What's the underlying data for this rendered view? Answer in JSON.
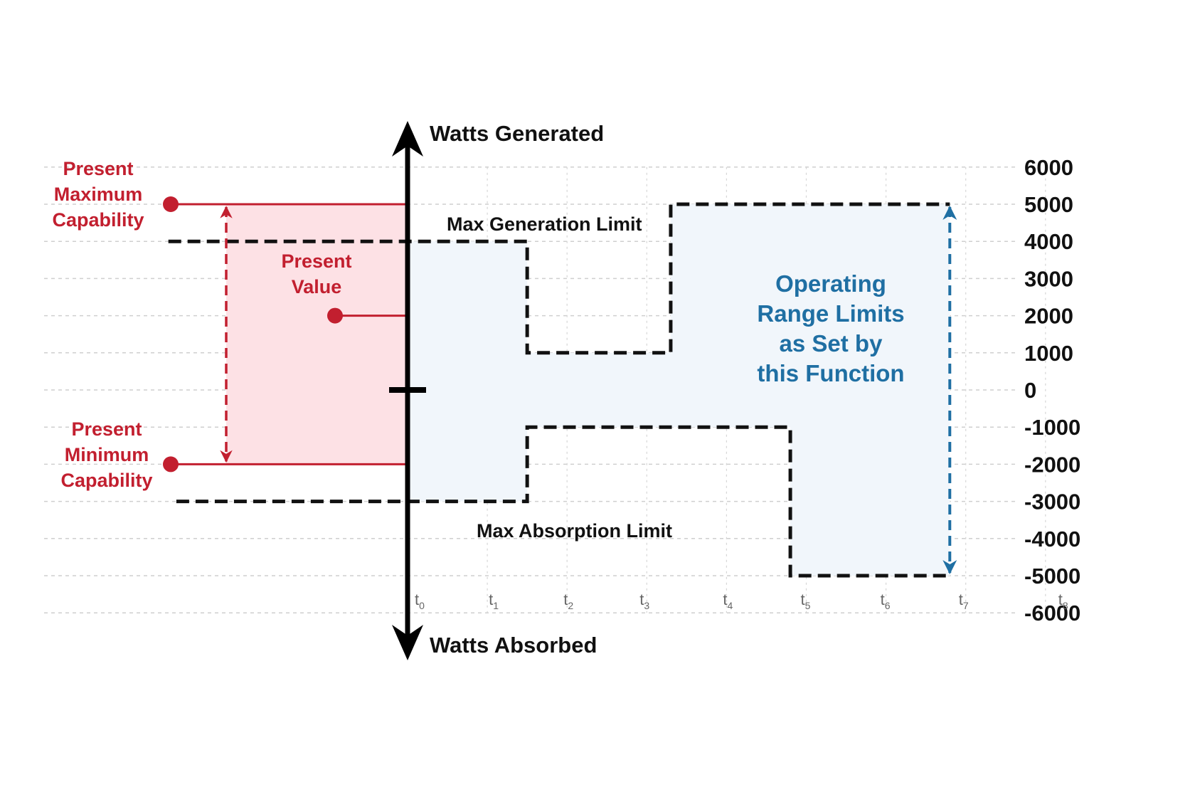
{
  "chart_data": {
    "type": "line",
    "title": "",
    "ylabel_top": "Watts Generated",
    "ylabel_bottom": "Watts Absorbed",
    "ylim": [
      -6000,
      6000
    ],
    "yticks": [
      6000,
      5000,
      4000,
      3000,
      2000,
      1000,
      0,
      -1000,
      -2000,
      -3000,
      -4000,
      -5000,
      -6000
    ],
    "ytick_labels": [
      "6000",
      "5000",
      "4000",
      "3000",
      "2000",
      "1000",
      "0",
      "-1000",
      "-2000",
      "-3000",
      "-4000",
      "-5000",
      "-6000"
    ],
    "xlim": [
      0,
      8
    ],
    "xticks": [
      0,
      1,
      2,
      3,
      4,
      5,
      6,
      7,
      8
    ],
    "xtick_labels": [
      {
        "base": "t",
        "sub": "0"
      },
      {
        "base": "t",
        "sub": "1"
      },
      {
        "base": "t",
        "sub": "2"
      },
      {
        "base": "t",
        "sub": "3"
      },
      {
        "base": "t",
        "sub": "4"
      },
      {
        "base": "t",
        "sub": "5"
      },
      {
        "base": "t",
        "sub": "6"
      },
      {
        "base": "t",
        "sub": "7"
      },
      {
        "base": "t",
        "sub": "8"
      }
    ],
    "grid": true,
    "x_estimate_note": "Step-change x positions are visual estimates between unlabeled ticks, not values printed on the figure. Y values align with labeled axis ticks.",
    "series": [
      {
        "name": "Max Generation Limit",
        "style": "dashed",
        "color": "#111111",
        "x_estimated": true,
        "points": [
          [
            -3.0,
            4000
          ],
          [
            1.5,
            4000
          ],
          [
            1.5,
            1000
          ],
          [
            3.3,
            1000
          ],
          [
            3.3,
            5000
          ],
          [
            6.8,
            5000
          ]
        ]
      },
      {
        "name": "Max Absorption Limit",
        "style": "dashed",
        "color": "#111111",
        "x_estimated": true,
        "points": [
          [
            -2.9,
            -3000
          ],
          [
            1.5,
            -3000
          ],
          [
            1.5,
            -1000
          ],
          [
            4.8,
            -1000
          ],
          [
            4.8,
            -5000
          ],
          [
            6.8,
            -5000
          ]
        ]
      }
    ],
    "operating_range": {
      "label_lines": [
        "Operating",
        "Range Limits",
        "as Set by",
        "this Function"
      ],
      "color": "#1f6fa3",
      "fill": "#f1f6fb",
      "x_estimated": true,
      "upper": [
        [
          0,
          4000
        ],
        [
          1.5,
          4000
        ],
        [
          1.5,
          1000
        ],
        [
          3.3,
          1000
        ],
        [
          3.3,
          5000
        ],
        [
          6.8,
          5000
        ]
      ],
      "lower": [
        [
          0,
          -3000
        ],
        [
          1.5,
          -3000
        ],
        [
          1.5,
          -1000
        ],
        [
          4.8,
          -1000
        ],
        [
          4.8,
          -5000
        ],
        [
          6.8,
          -5000
        ]
      ],
      "arrow_span": [
        5000,
        -5000
      ]
    },
    "capability": {
      "color": "#c21f2f",
      "fill": "#fde1e5",
      "present_max": {
        "label_lines": [
          "Present",
          "Maximum",
          "Capability"
        ],
        "value": 5000
      },
      "present_value": {
        "label_lines": [
          "Present",
          "Value"
        ],
        "value": 2000
      },
      "present_min": {
        "label_lines": [
          "Present",
          "Minimum",
          "Capability"
        ],
        "value": -2000
      }
    },
    "annotations": [
      {
        "text": "Max Generation Limit",
        "near": "top-center"
      },
      {
        "text": "Max Absorption Limit",
        "near": "bottom-center"
      }
    ]
  }
}
